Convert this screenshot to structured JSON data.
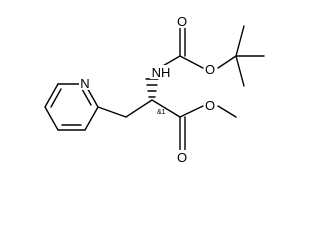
{
  "molecule": {
    "atoms": {
      "pyridine_n": "N",
      "amine_nh": "NH",
      "carbamate_carbonyl_o": "O",
      "carbamate_ester_o": "O",
      "ester_carbonyl_o": "O",
      "ester_methoxy_o": "O"
    },
    "stereo_label": "&1",
    "stereo_bond": "hashed-wedge"
  }
}
